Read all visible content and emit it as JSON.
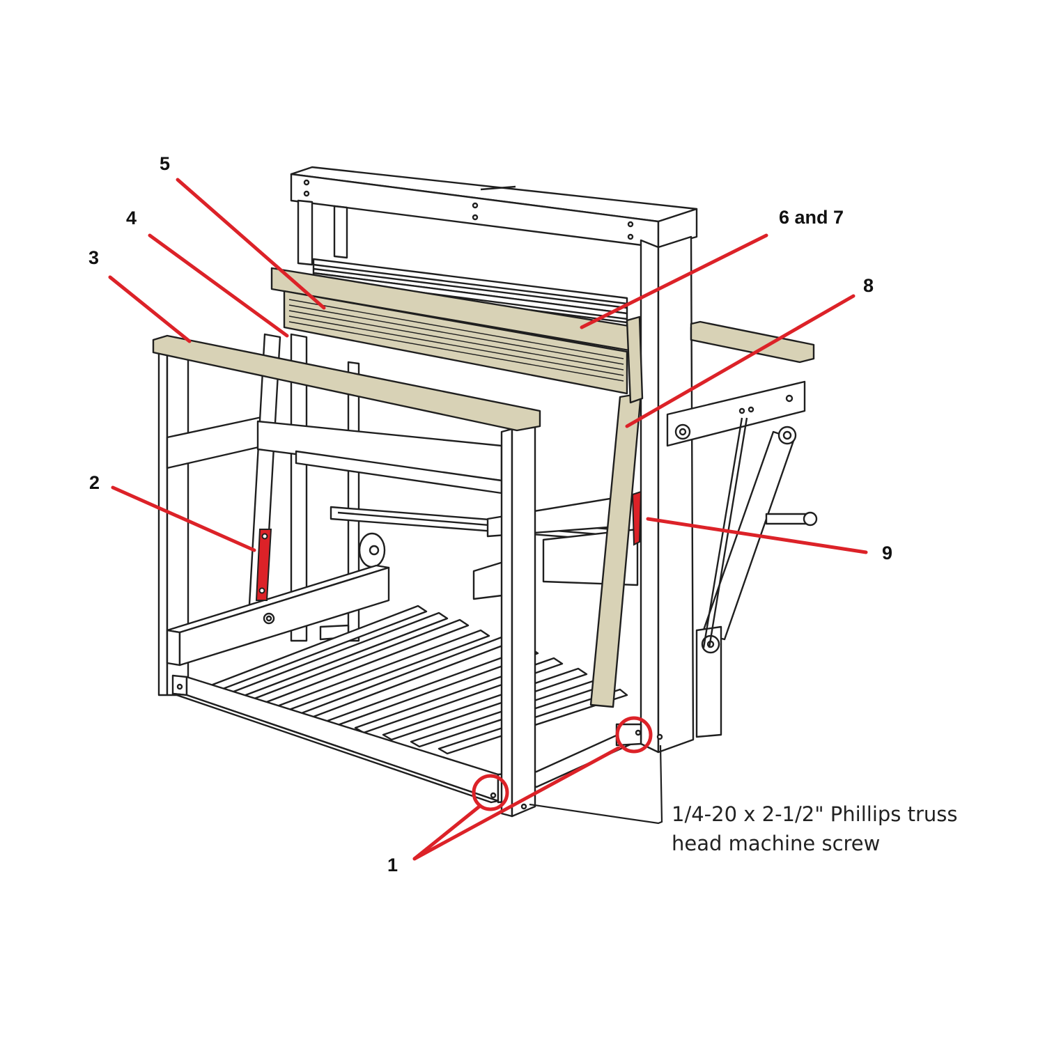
{
  "colors": {
    "outline": "#1f1f1f",
    "wood_highlight": "#d8d2b6",
    "callout_red": "#dc2228",
    "text": "#111111"
  },
  "callouts": {
    "c1": "1",
    "c2": "2",
    "c3": "3",
    "c4": "4",
    "c5": "5",
    "c67": "6 and 7",
    "c8": "8",
    "c9": "9"
  },
  "screw_note": {
    "line1": "1/4-20 x 2-1/2\" Phillips truss",
    "line2": "head machine screw"
  }
}
